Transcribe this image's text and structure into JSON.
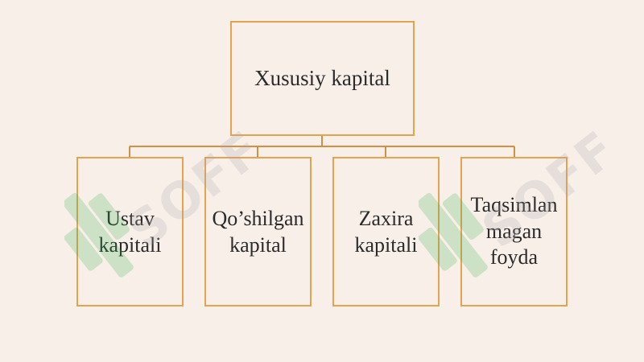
{
  "diagram": {
    "root": {
      "label": "Xususiy kapital"
    },
    "children": [
      {
        "label": "Ustav\nkapitali"
      },
      {
        "label": "Qo’shilgan\nkapital"
      },
      {
        "label": "Zaxira\nkapitali"
      },
      {
        "label": "Taqsimlan\nmagan\nfoyda"
      }
    ]
  },
  "colors": {
    "background": "#f9efe9",
    "border": "#e3a34f",
    "connector": "#d48e45",
    "text": "#2b2b2b"
  },
  "watermark": {
    "text": "SOFF"
  }
}
